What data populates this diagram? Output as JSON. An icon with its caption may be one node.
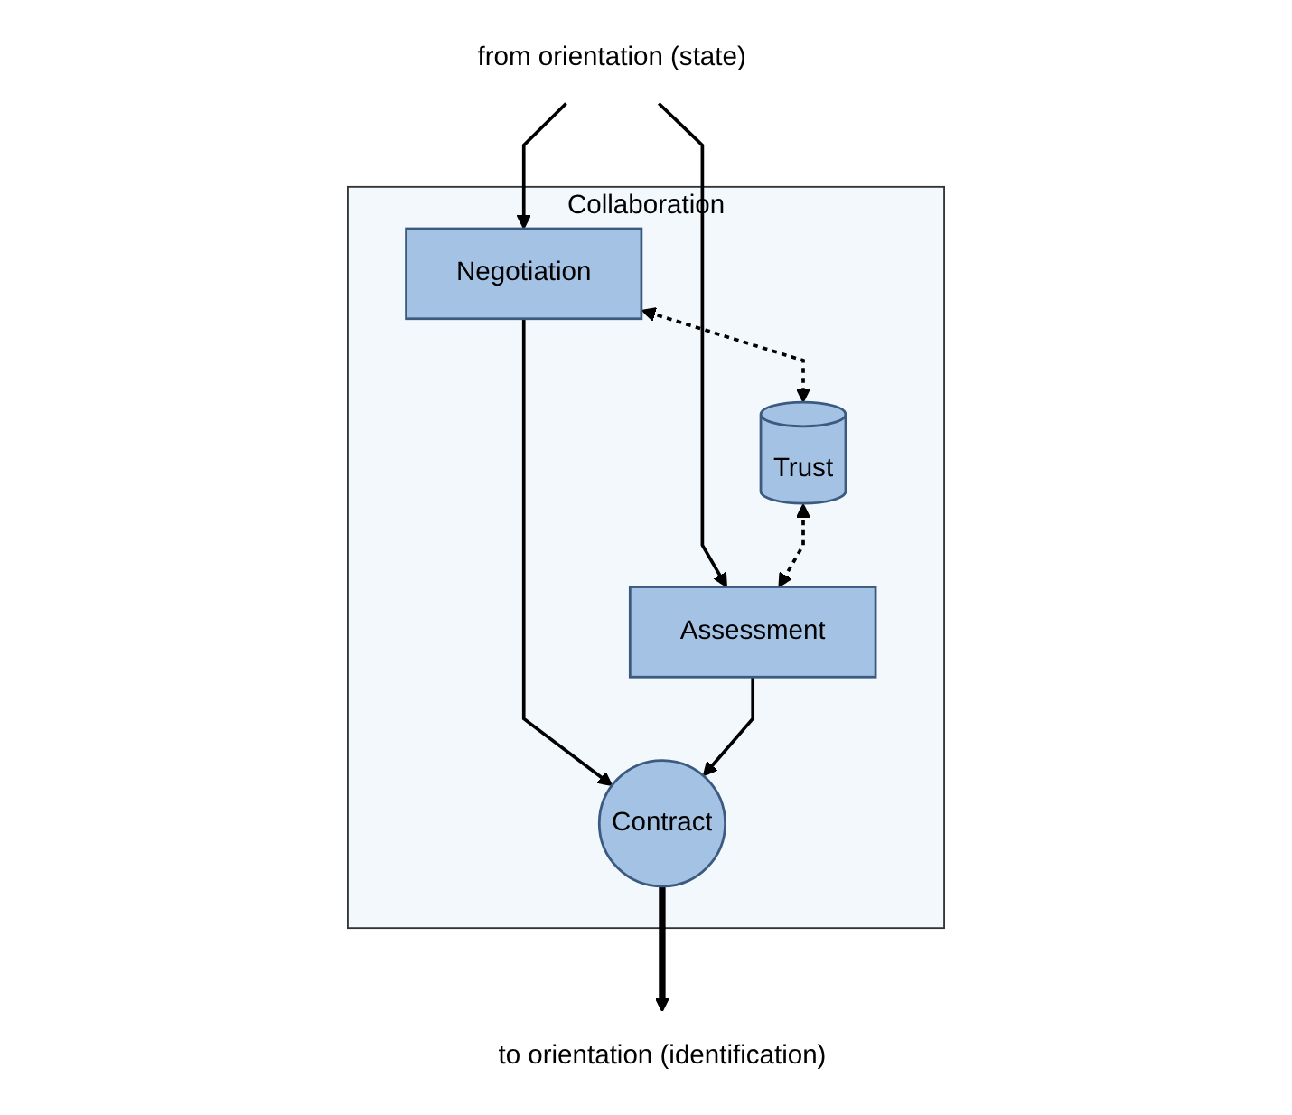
{
  "diagram": {
    "nodes": [
      {
        "text": [
          "from orientation (state)"
        ]
      },
      {
        "text": [
          "Collaboration"
        ]
      },
      {
        "text": [
          "Negotiation"
        ],
        "in": 1
      },
      {
        "text": [
          "Trust"
        ],
        "in": 1
      },
      {
        "text": [
          "Assessment"
        ],
        "in": 1
      },
      {
        "text": [
          "Contract"
        ],
        "in": 1
      },
      {
        "text": [
          "to orientation (identification)"
        ]
      }
    ],
    "edges": [
      {
        "from": 0,
        "to": 2,
        "arrow": "to"
      },
      {
        "from": 0,
        "to": 4,
        "arrow": "to"
      },
      {
        "from": 2,
        "to": 3,
        "arrow": "both",
        "style": "dashed"
      },
      {
        "from": 3,
        "to": 4,
        "arrow": "both",
        "style": "dashed"
      },
      {
        "from": 2,
        "to": 5,
        "arrow": "to"
      },
      {
        "from": 4,
        "to": 5,
        "arrow": "to"
      },
      {
        "from": 5,
        "to": 6,
        "arrow": "to",
        "style": "thick"
      }
    ]
  }
}
